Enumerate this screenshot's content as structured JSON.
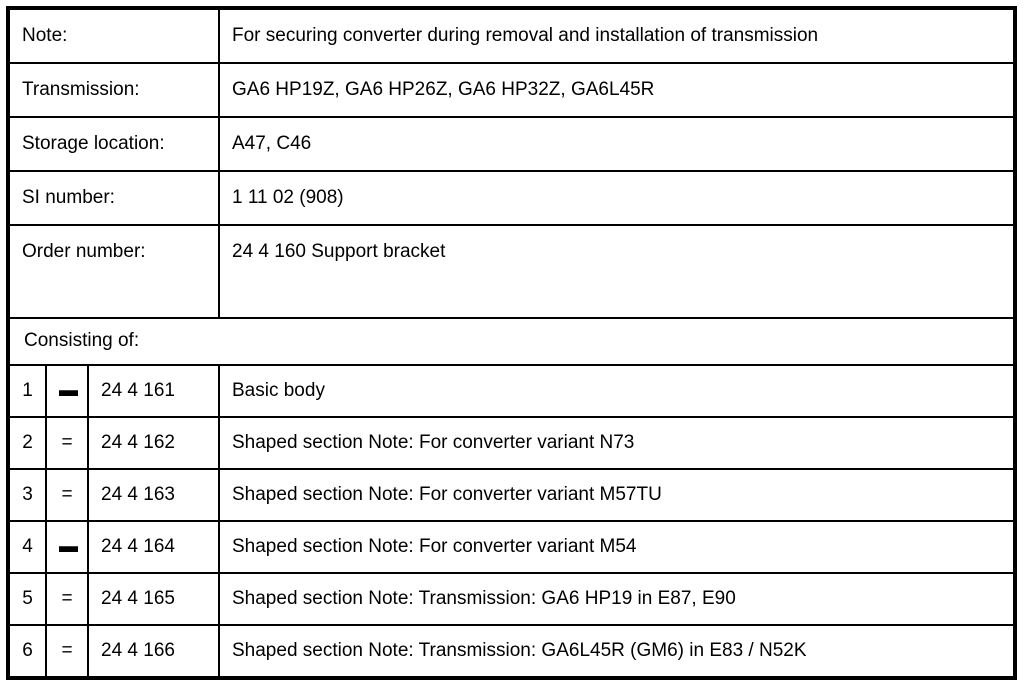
{
  "table": {
    "colors": {
      "border": "#000000",
      "background": "#ffffff",
      "text": "#000000"
    },
    "info_rows": [
      {
        "label": "Note:",
        "value": "For securing converter during removal and installation of transmission"
      },
      {
        "label": "Transmission:",
        "value": "GA6 HP19Z, GA6 HP26Z, GA6 HP32Z, GA6L45R"
      },
      {
        "label": "Storage location:",
        "value": "A47, C46"
      },
      {
        "label": "SI number:",
        "value": "1 11 02 (908)"
      },
      {
        "label": "Order number:",
        "value": "24 4 160\nSupport bracket"
      }
    ],
    "section_header": "Consisting of:",
    "items": [
      {
        "no": "1",
        "symbol": "▬",
        "order_number": "24 4 161",
        "description": "Basic body"
      },
      {
        "no": "2",
        "symbol": "=",
        "order_number": "24 4 162",
        "description": "Shaped section Note: For converter variant N73"
      },
      {
        "no": "3",
        "symbol": "=",
        "order_number": "24 4 163",
        "description": "Shaped section Note: For converter variant M57TU"
      },
      {
        "no": "4",
        "symbol": "▬",
        "order_number": "24 4 164",
        "description": "Shaped section Note: For converter variant M54"
      },
      {
        "no": "5",
        "symbol": "=",
        "order_number": "24 4 165",
        "description": "Shaped section Note: Transmission: GA6 HP19 in E87, E90"
      },
      {
        "no": "6",
        "symbol": "=",
        "order_number": "24 4 166",
        "description": "Shaped section Note: Transmission: GA6L45R (GM6) in E83 / N52K"
      }
    ]
  }
}
